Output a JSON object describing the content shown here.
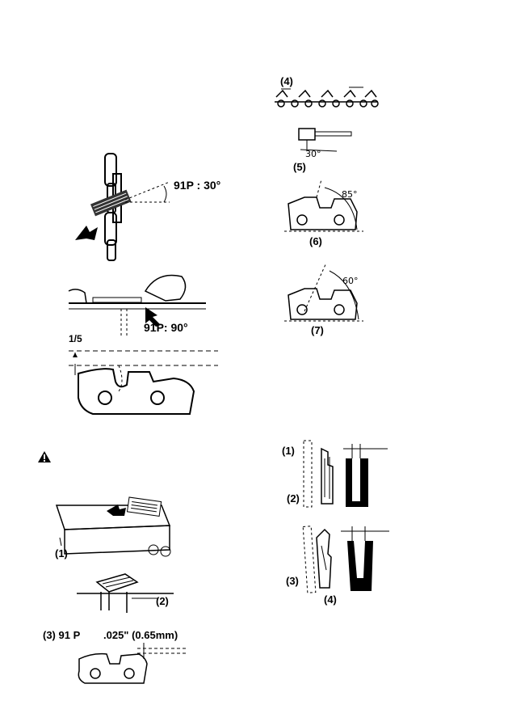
{
  "fig_file_angle": {
    "label": "91P : 30°"
  },
  "fig_file_level": {
    "label": "91P: 90°"
  },
  "fig_depth": {
    "label": "1/5"
  },
  "warning": {
    "icon": "warning-triangle-icon"
  },
  "fig_gauge": {
    "label1": "(1)",
    "label2": "(2)",
    "label3": "(3) 91 P",
    "value": ".025\" (0.65mm)"
  },
  "fig_right_top": {
    "label4": "(4)",
    "label5": "(5)",
    "angle5": "30°",
    "label6": "(6)",
    "angle6": "85°",
    "label7": "(7)",
    "angle7": "60°"
  },
  "fig_right_bottom": {
    "label1": "(1)",
    "label2": "(2)",
    "label3": "(3)",
    "label4": "(4)"
  }
}
